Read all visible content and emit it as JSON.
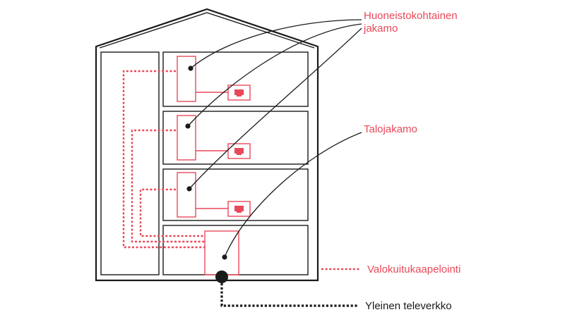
{
  "labels": {
    "apartment_distributor_line1": "Huoneistokohtainen",
    "apartment_distributor_line2": "jakamo",
    "building_distributor": "Talojakamo",
    "fiber_cabling": "Valokuitukaapelointi",
    "public_network": "Yleinen televerkko"
  },
  "colors": {
    "accent": "#e8495a",
    "ink": "#1a1a1a",
    "background": "#ffffff"
  },
  "icons": {
    "outlet": "network-outlet-icon"
  }
}
